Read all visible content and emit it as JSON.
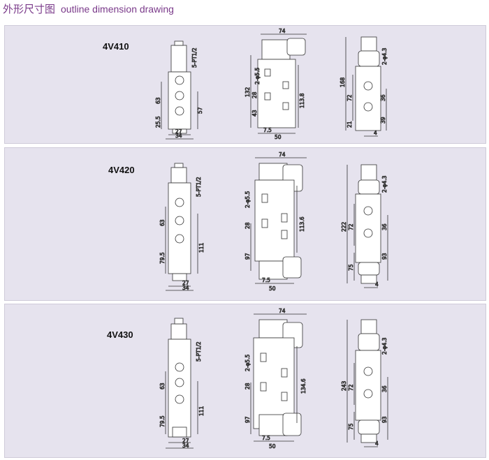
{
  "title": {
    "cn": "外形尺寸图",
    "en": "outline dimension drawing"
  },
  "panels": [
    {
      "model": "4V410",
      "front": {
        "port": "5-PT1/2",
        "pitch": "63",
        "bottom": "25.5",
        "sub": "57",
        "w1": "27",
        "w2": "34"
      },
      "side": {
        "width": "74",
        "hole": "2-φ5.5",
        "overall": "132",
        "body": "113.8",
        "d1": "28",
        "d2": "43",
        "b1": "7.5",
        "b2": "50"
      },
      "right": {
        "hole": "2-φ4.3",
        "overall": "168",
        "mid": "72",
        "r1": "36",
        "r2": "39",
        "r3": "21",
        "w": "4"
      }
    },
    {
      "model": "4V420",
      "front": {
        "port": "5-PT1/2",
        "pitch": "63",
        "bottom": "79.5",
        "sub": "111",
        "w1": "27",
        "w2": "34"
      },
      "side": {
        "width": "74",
        "hole": "2-φ5.5",
        "body": "113.6",
        "d1": "28",
        "d2": "97",
        "b1": "7.5",
        "b2": "50"
      },
      "right": {
        "hole": "2-φ4.3",
        "overall": "222",
        "mid": "72",
        "r1": "36",
        "r2": "93",
        "r3": "75",
        "w": "4"
      }
    },
    {
      "model": "4V430",
      "front": {
        "port": "5-PT1/2",
        "pitch": "63",
        "bottom": "79.5",
        "sub": "111",
        "w1": "27",
        "w2": "34"
      },
      "side": {
        "width": "74",
        "hole": "2-φ5.5",
        "body": "134.6",
        "d1": "28",
        "d2": "97",
        "b1": "7.5",
        "b2": "50"
      },
      "right": {
        "hole": "2-φ4.3",
        "overall": "243",
        "mid": "72",
        "r1": "36",
        "r2": "93",
        "r3": "75",
        "w": "4"
      }
    }
  ]
}
